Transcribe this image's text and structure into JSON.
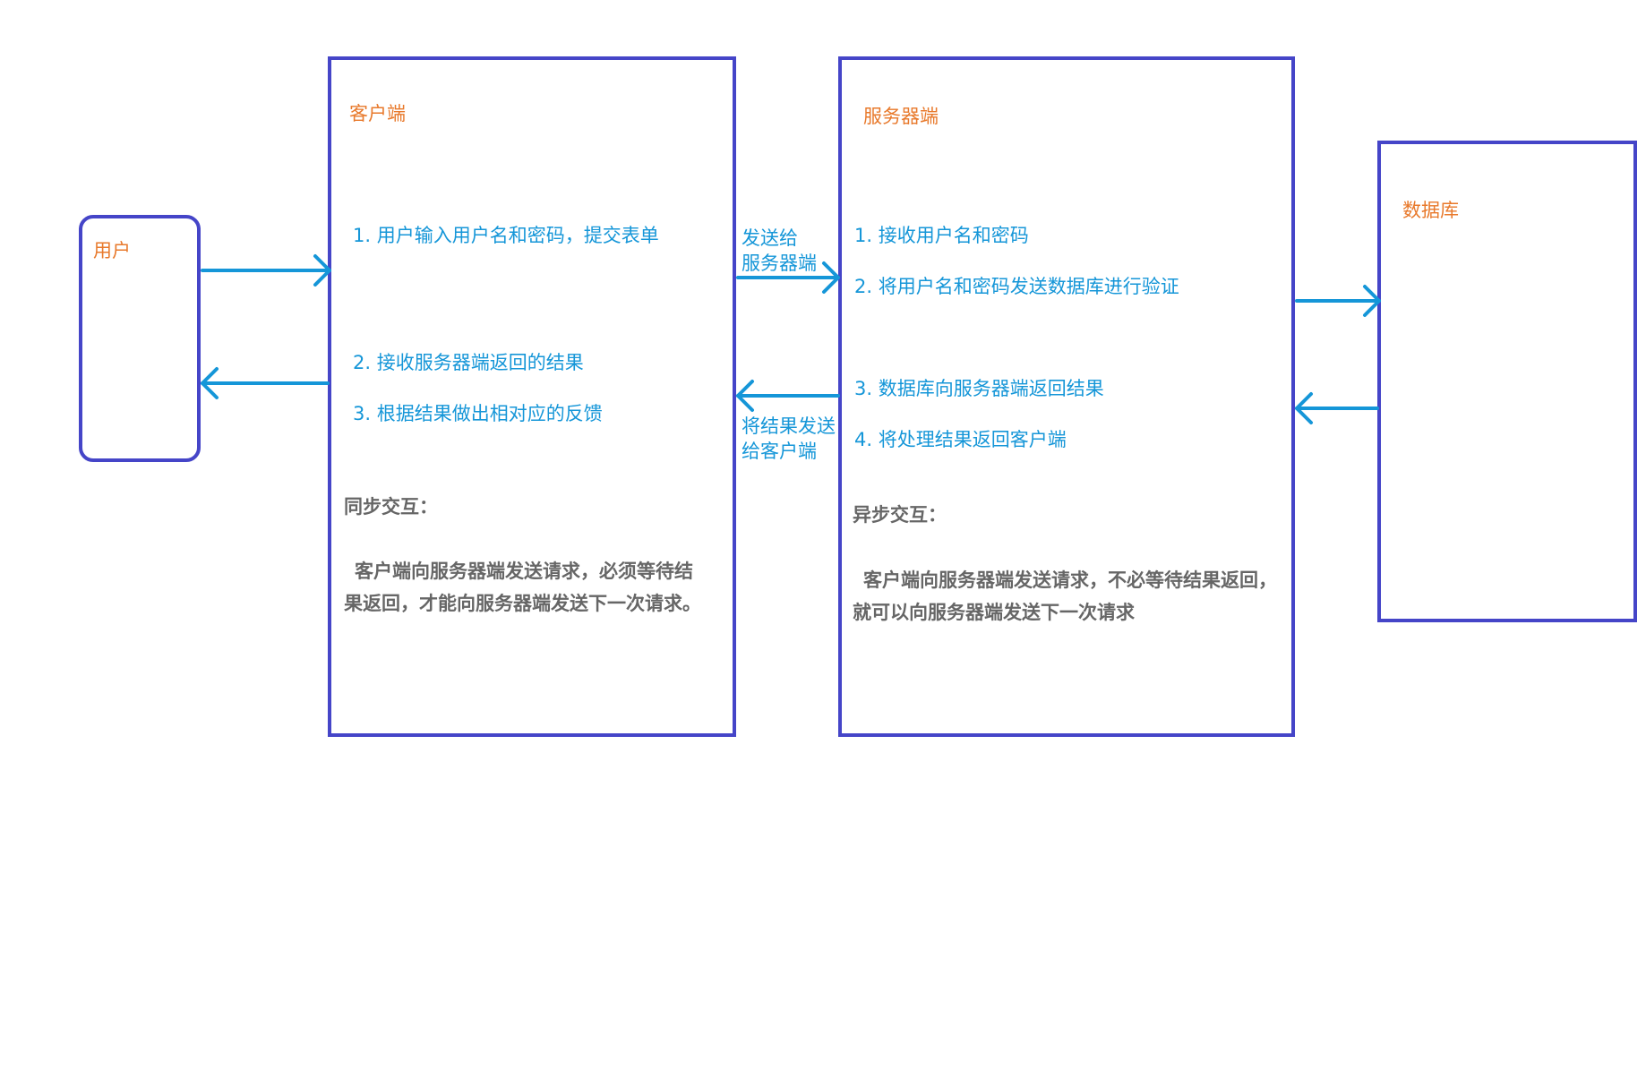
{
  "colors": {
    "box_border": "#4545c8",
    "title": "#e8792b",
    "step_text": "#1596d8",
    "note_text": "#666666",
    "arrow": "#1596d8"
  },
  "user": {
    "title": "用户"
  },
  "client": {
    "title": "客户端",
    "steps": [
      "1. 用户输入用户名和密码，提交表单",
      "2. 接收服务器端返回的结果",
      "3. 根据结果做出相对应的反馈"
    ],
    "note_heading": "同步交互：",
    "note_body": "客户端向服务器端发送请求，必须等待结果返回，才能向服务器端发送下一次请求。"
  },
  "server": {
    "title": "服务器端",
    "steps": [
      "1. 接收用户名和密码",
      "2. 将用户名和密码发送数据库进行验证",
      "3. 数据库向服务器端返回结果",
      "4. 将处理结果返回客户端"
    ],
    "note_heading": "异步交互：",
    "note_body": "客户端向服务器端发送请求，不必等待结果返回，就可以向服务器端发送下一次请求"
  },
  "database": {
    "title": "数据库"
  },
  "arrow_labels": {
    "to_server": [
      "发送给",
      "服务器端"
    ],
    "to_client": [
      "将结果发送",
      "给客户端"
    ]
  }
}
